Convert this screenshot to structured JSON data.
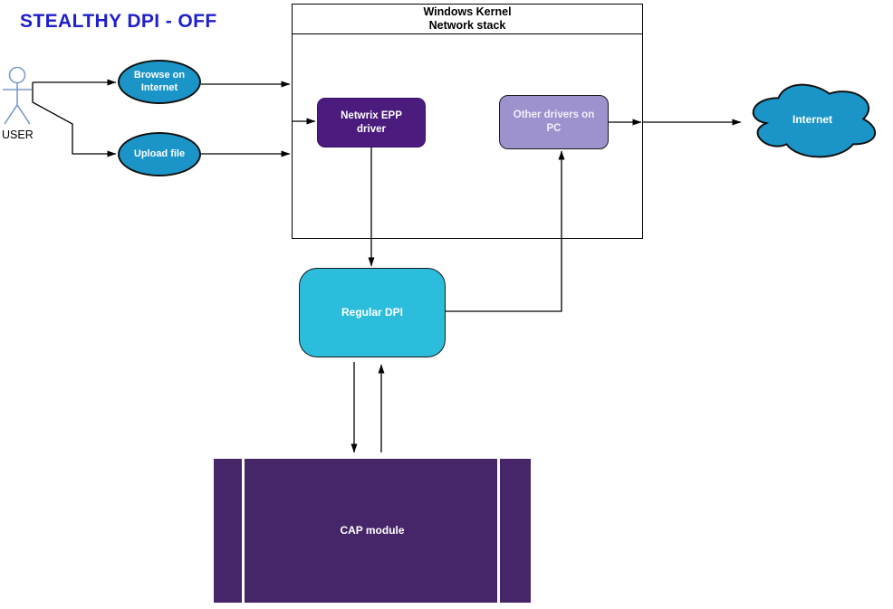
{
  "title": "STEALTHY DPI - OFF",
  "actor": {
    "label": "USER"
  },
  "ellipses": {
    "browse": {
      "label": "Browse on Internet"
    },
    "upload": {
      "label": "Upload file"
    }
  },
  "kernel": {
    "title_line1": "Windows Kernel",
    "title_line2": "Network stack",
    "netwrix": {
      "label": "Netwrix EPP driver"
    },
    "other_drivers": {
      "label": "Other drivers on PC"
    }
  },
  "regular_dpi": {
    "label": "Regular DPI"
  },
  "cap_module": {
    "label": "CAP module"
  },
  "cloud": {
    "label": "Internet"
  },
  "colors": {
    "title_blue": "#1F1FCB",
    "teal_shape": "#1B95C7",
    "cyan_dpi": "#2CBDDD",
    "purple_dark": "#4B1B7E",
    "purple_light": "#9D92CD",
    "purple_cap": "#462569",
    "connector": "#000000",
    "actor_stroke": "#7E9CC9"
  }
}
